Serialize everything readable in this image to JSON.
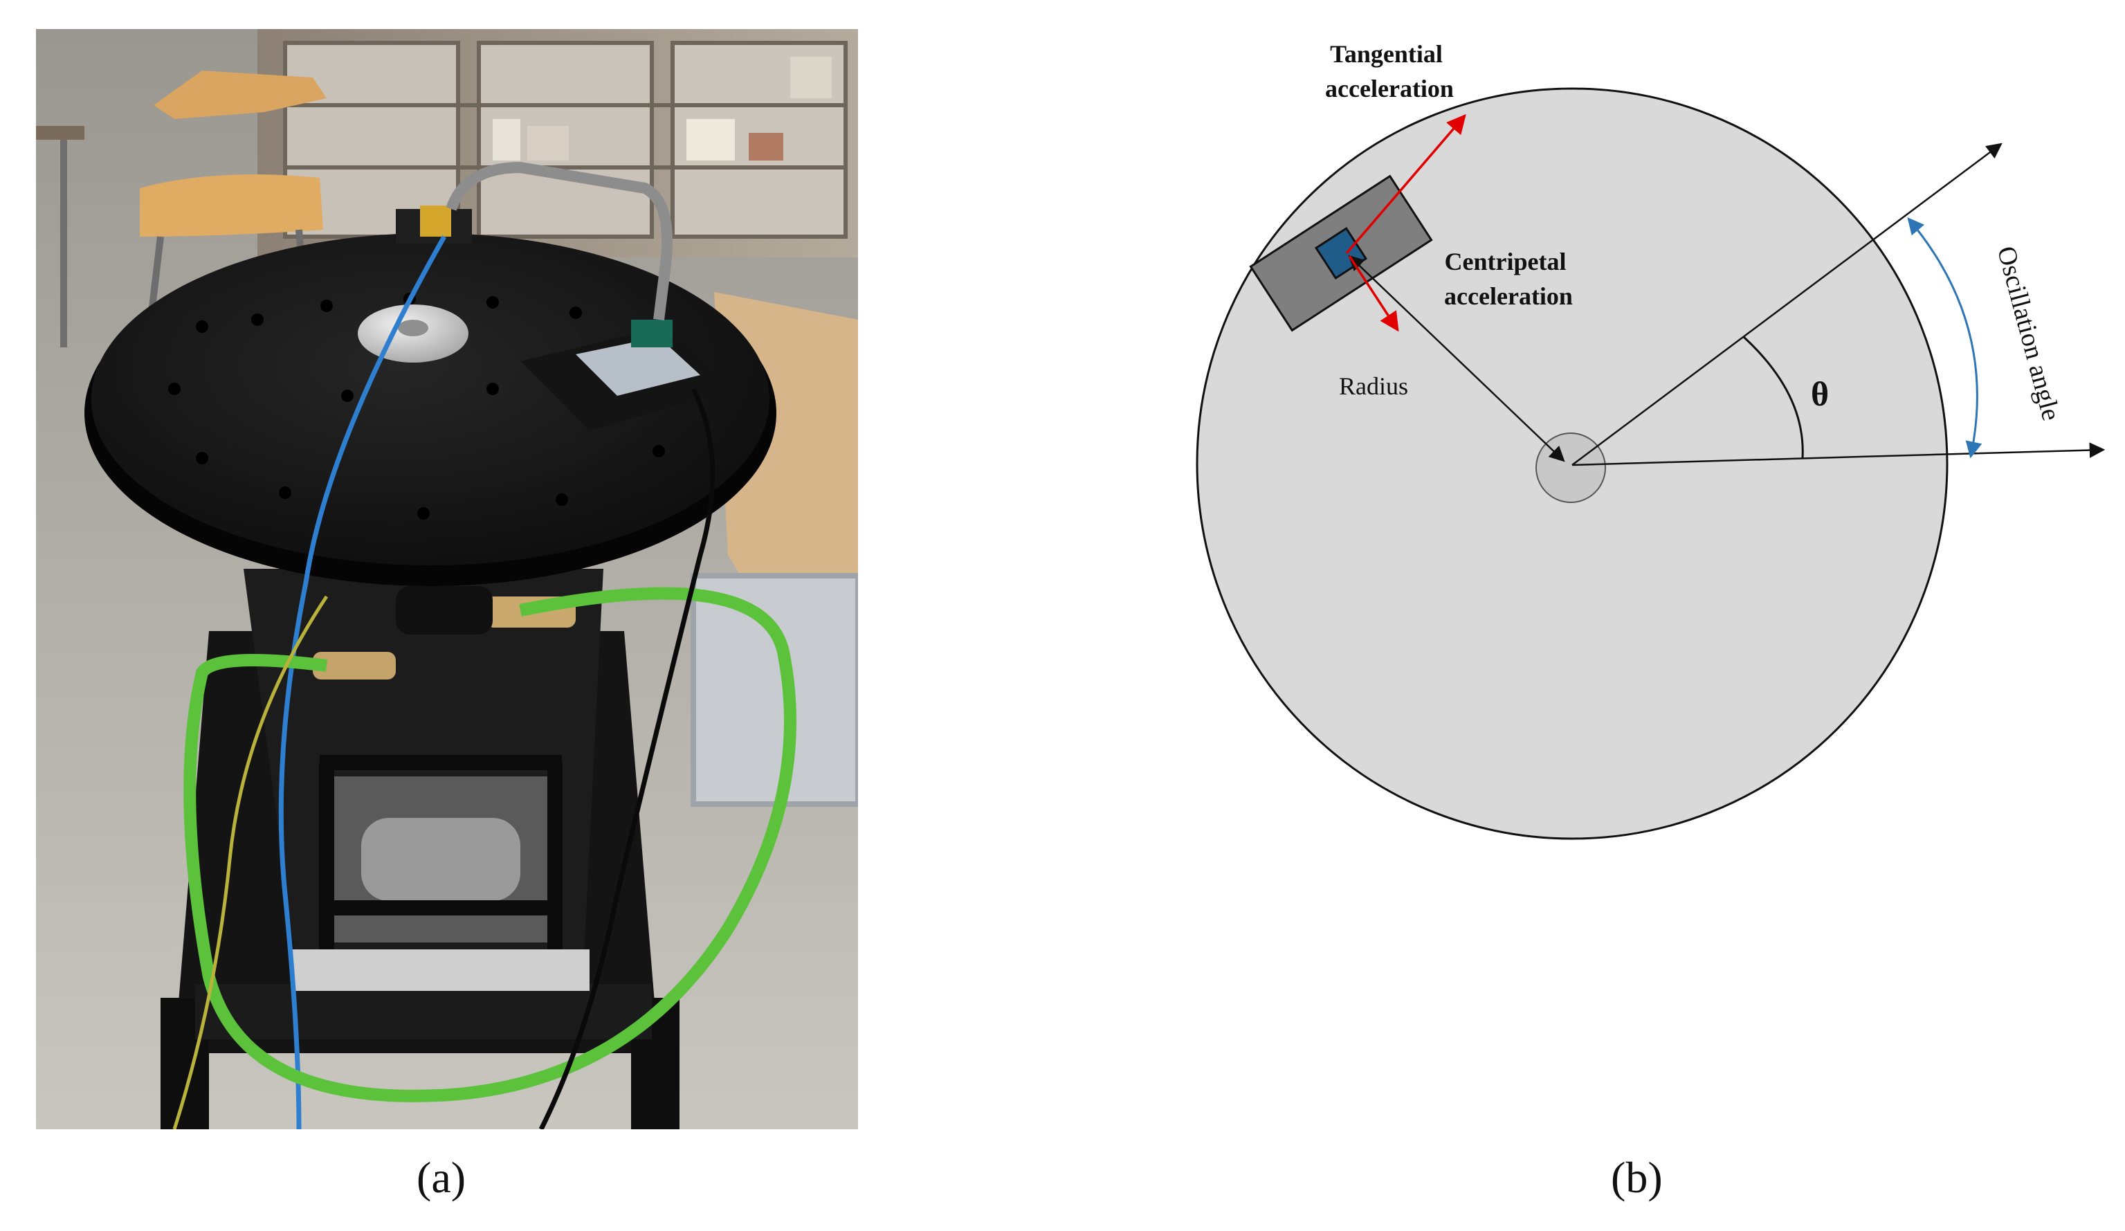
{
  "captions": {
    "a": "(a)",
    "b": "(b)"
  },
  "diagram": {
    "tangential": [
      "Tangential",
      "acceleration"
    ],
    "centripetal": [
      "Centripetal",
      "acceleration"
    ],
    "radius": "Radius",
    "theta": "θ",
    "oscillation": "Oscillation  angle"
  },
  "colors": {
    "disc": "#d9d9d9",
    "sensor_mount": "#7f7f7f",
    "sensor": "#1f5c8a",
    "force_arrow": "#e00000",
    "angle_arc": "#2e75b6"
  }
}
